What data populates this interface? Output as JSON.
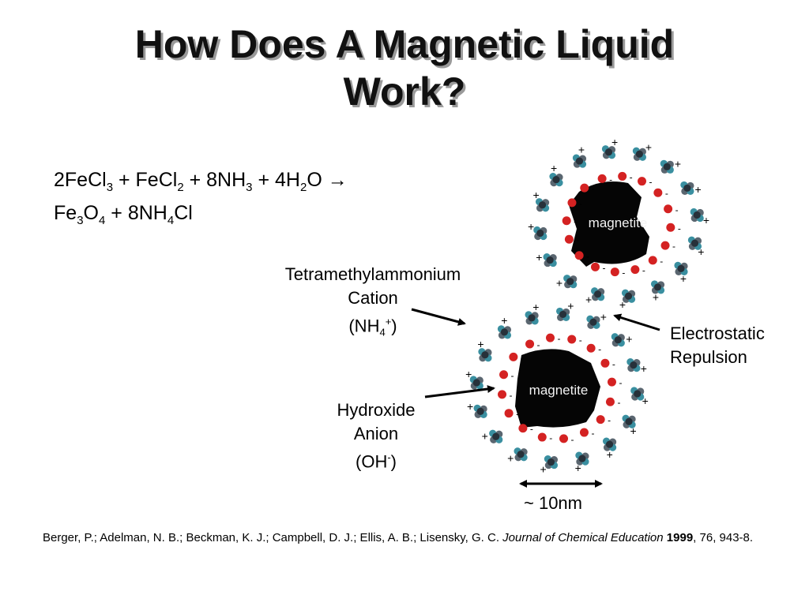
{
  "slide": {
    "title_line1": "How Does A Magnetic Liquid",
    "title_line2": "Work?"
  },
  "equation": {
    "line1": {
      "a1": "2FeCl",
      "s1": "3",
      "a2": " + FeCl",
      "s2": "2",
      "a3": " + 8NH",
      "s3": "3",
      "a4": " + 4H",
      "s4": "2",
      "a5": "O →"
    },
    "line2": {
      "a1": "Fe",
      "s1": "3",
      "a2": "O",
      "s2": "4",
      "a3": " + 8NH",
      "s3": "4",
      "a4": "Cl"
    }
  },
  "labels": {
    "cation": {
      "line1": "Tetramethylammonium",
      "line2": "Cation",
      "open": "(NH",
      "sub": "4",
      "sup": "+",
      "close": ")"
    },
    "anion": {
      "line1": "Hydroxide",
      "line2": "Anion",
      "open": "(OH",
      "sup": "-",
      "close": ")"
    },
    "repulsion": {
      "line1": "Electrostatic",
      "line2": "Repulsion"
    },
    "scale": "~ 10nm",
    "particle_top": "magnetite",
    "particle_bottom": "magnetite"
  },
  "citation": {
    "authors": "Berger, P.; Adelman, N. B.; Beckman, K. J.; Campbell, D. J.; Ellis, A. B.; Lisensky, G. C. ",
    "journal": "Journal of Chemical Education",
    "year": "1999",
    "rest": ", 76, 943-8."
  },
  "colors": {
    "core": "#050505",
    "anion": "#d42222",
    "cation_blue": "#3a8fa0",
    "cation_gray": "#5a6670",
    "arrow": "#000000"
  },
  "symbols": {
    "positive": "+",
    "negative": "-"
  }
}
